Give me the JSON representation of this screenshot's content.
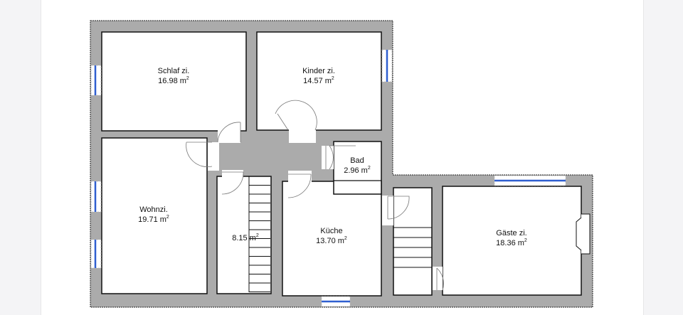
{
  "plan": {
    "rooms": [
      {
        "name": "Schlaf zi.",
        "area": "16.98 m",
        "unit_exp": "2"
      },
      {
        "name": "Kinder zi.",
        "area": "14.57 m",
        "unit_exp": "2"
      },
      {
        "name": "Bad",
        "area": "2.96 m",
        "unit_exp": "2"
      },
      {
        "name": "Wohnzi.",
        "area": "19.71 m",
        "unit_exp": "2"
      },
      {
        "name": "",
        "area": "8.15 m",
        "unit_exp": "2"
      },
      {
        "name": "Küche",
        "area": "13.70 m",
        "unit_exp": "2"
      },
      {
        "name": "Gäste zi.",
        "area": "18.36 m",
        "unit_exp": "2"
      }
    ],
    "colors": {
      "wall": "#ababab",
      "window": "#2f5fd0",
      "line": "#111111",
      "background": "#ffffff"
    }
  }
}
